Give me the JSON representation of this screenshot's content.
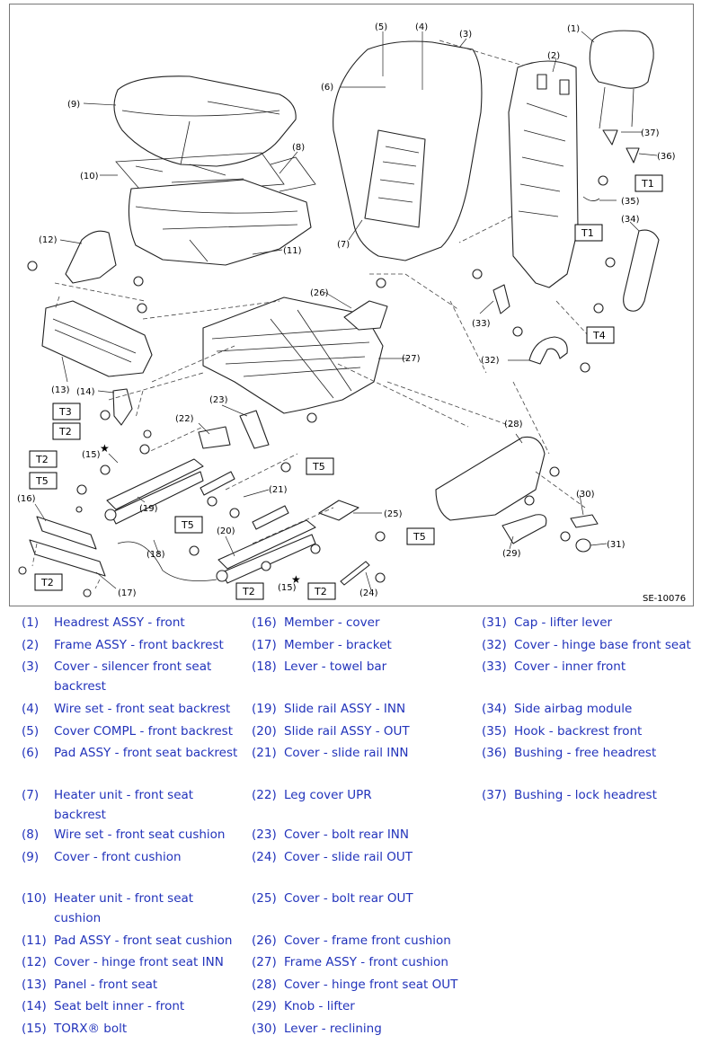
{
  "figure": {
    "diagram_id": "SE-10076",
    "callouts": [
      "(1)",
      "(2)",
      "(3)",
      "(4)",
      "(5)",
      "(6)",
      "(7)",
      "(8)",
      "(9)",
      "(10)",
      "(11)",
      "(12)",
      "(13)",
      "(14)",
      "(15)",
      "(16)",
      "(17)",
      "(18)",
      "(19)",
      "(20)",
      "(21)",
      "(22)",
      "(23)",
      "(24)",
      "(25)",
      "(26)",
      "(27)",
      "(28)",
      "(29)",
      "(30)",
      "(31)",
      "(32)",
      "(33)",
      "(34)",
      "(35)",
      "(36)",
      "(37)"
    ],
    "torque_tags": [
      "T1",
      "T1",
      "T2",
      "T2",
      "T2",
      "T2",
      "T2",
      "T3",
      "T4",
      "T5",
      "T5",
      "T5",
      "T5"
    ],
    "star": "★"
  },
  "legend": [
    {
      "num": "(1)",
      "name": "Headrest ASSY - front"
    },
    {
      "num": "(2)",
      "name": "Frame ASSY - front backrest"
    },
    {
      "num": "(3)",
      "name": "Cover - silencer front seat backrest"
    },
    {
      "num": "(4)",
      "name": "Wire set - front seat backrest"
    },
    {
      "num": "(5)",
      "name": "Cover COMPL - front backrest"
    },
    {
      "num": "(6)",
      "name": "Pad ASSY - front seat backrest"
    },
    {
      "num": "(7)",
      "name": "Heater unit - front seat backrest"
    },
    {
      "num": "(8)",
      "name": "Wire set - front seat cushion"
    },
    {
      "num": "(9)",
      "name": "Cover - front cushion"
    },
    {
      "num": "(10)",
      "name": "Heater unit - front seat cushion"
    },
    {
      "num": "(11)",
      "name": "Pad ASSY - front seat cushion"
    },
    {
      "num": "(12)",
      "name": "Cover - hinge front seat INN"
    },
    {
      "num": "(13)",
      "name": "Panel - front seat"
    },
    {
      "num": "(14)",
      "name": "Seat belt inner - front"
    },
    {
      "num": "(15)",
      "name": "TORX® bolt"
    },
    {
      "num": "(16)",
      "name": "Member - cover"
    },
    {
      "num": "(17)",
      "name": "Member - bracket"
    },
    {
      "num": "(18)",
      "name": "Lever - towel bar"
    },
    {
      "num": "(19)",
      "name": "Slide rail ASSY - INN"
    },
    {
      "num": "(20)",
      "name": "Slide rail ASSY - OUT"
    },
    {
      "num": "(21)",
      "name": "Cover - slide rail INN"
    },
    {
      "num": "(22)",
      "name": "Leg cover UPR"
    },
    {
      "num": "(23)",
      "name": "Cover - bolt rear INN"
    },
    {
      "num": "(24)",
      "name": "Cover - slide rail OUT"
    },
    {
      "num": "(25)",
      "name": "Cover - bolt rear OUT"
    },
    {
      "num": "(26)",
      "name": "Cover - frame front cushion"
    },
    {
      "num": "(27)",
      "name": "Frame ASSY - front cushion"
    },
    {
      "num": "(28)",
      "name": "Cover - hinge front seat OUT"
    },
    {
      "num": "(29)",
      "name": "Knob - lifter"
    },
    {
      "num": "(30)",
      "name": "Lever - reclining"
    },
    {
      "num": "(31)",
      "name": "Cap - lifter lever"
    },
    {
      "num": "(32)",
      "name": "Cover - hinge base front seat"
    },
    {
      "num": "(33)",
      "name": "Cover - inner front"
    },
    {
      "num": "(34)",
      "name": "Side airbag module"
    },
    {
      "num": "(35)",
      "name": "Hook - backrest front"
    },
    {
      "num": "(36)",
      "name": "Bushing - free headrest"
    },
    {
      "num": "(37)",
      "name": "Bushing - lock headrest"
    }
  ]
}
